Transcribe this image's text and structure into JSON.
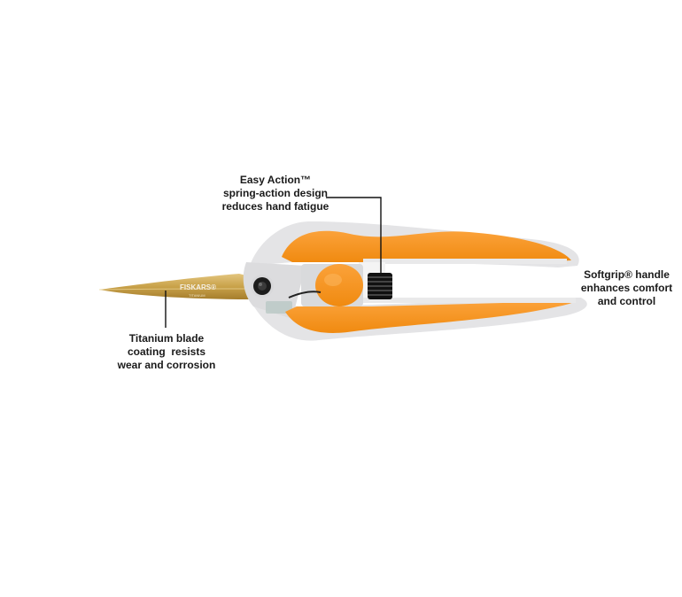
{
  "product": {
    "brand_text": "FISKARS®",
    "blade_subtext": "TITANIUM"
  },
  "callouts": {
    "easy_action": {
      "lines": [
        "Easy Action™",
        "spring-action design",
        "reduces hand fatigue"
      ]
    },
    "titanium": {
      "lines": [
        "Titanium blade",
        "coating  resists",
        "wear and corrosion"
      ]
    },
    "softgrip": {
      "lines": [
        "Softgrip® handle",
        "enhances comfort",
        "and control"
      ]
    }
  },
  "colors": {
    "background": "#ffffff",
    "handle_orange": "#f7941d",
    "handle_gray": "#e4e4e6",
    "blade_gold": "#c9a24a",
    "text": "#1a1a1a",
    "spring_black": "#111111"
  }
}
